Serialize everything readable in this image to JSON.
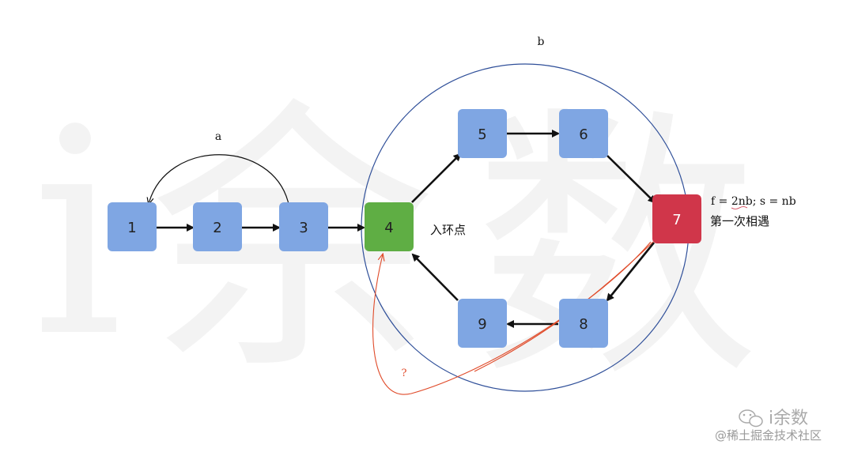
{
  "background": {
    "watermark_glyph_1": "i",
    "watermark_glyph_2": "余",
    "watermark_glyph_3": "数"
  },
  "colors": {
    "node_blue": "#7fa6e3",
    "node_green": "#5fae44",
    "node_red": "#d0364a",
    "circle": "#2f4f99",
    "arrow": "#111111",
    "red_path": "#e04b2a"
  },
  "nodes": [
    {
      "label": "1",
      "color": "blue"
    },
    {
      "label": "2",
      "color": "blue"
    },
    {
      "label": "3",
      "color": "blue"
    },
    {
      "label": "4",
      "color": "green"
    },
    {
      "label": "5",
      "color": "blue"
    },
    {
      "label": "6",
      "color": "blue"
    },
    {
      "label": "7",
      "color": "red"
    },
    {
      "label": "8",
      "color": "blue"
    },
    {
      "label": "9",
      "color": "blue"
    }
  ],
  "edges": [
    {
      "from": "1",
      "to": "2"
    },
    {
      "from": "2",
      "to": "3"
    },
    {
      "from": "3",
      "to": "4"
    },
    {
      "from": "4",
      "to": "5"
    },
    {
      "from": "5",
      "to": "6"
    },
    {
      "from": "6",
      "to": "7"
    },
    {
      "from": "7",
      "to": "8"
    },
    {
      "from": "8",
      "to": "9"
    },
    {
      "from": "9",
      "to": "4"
    }
  ],
  "labels": {
    "a": "a",
    "b": "b",
    "entry_point": "入环点",
    "equation": "f = 2nb;  s = nb",
    "first_meet": "第一次相遇",
    "question": "?"
  },
  "watermark": {
    "brand": "i余数",
    "caption": "@稀土掘金技术社区"
  }
}
